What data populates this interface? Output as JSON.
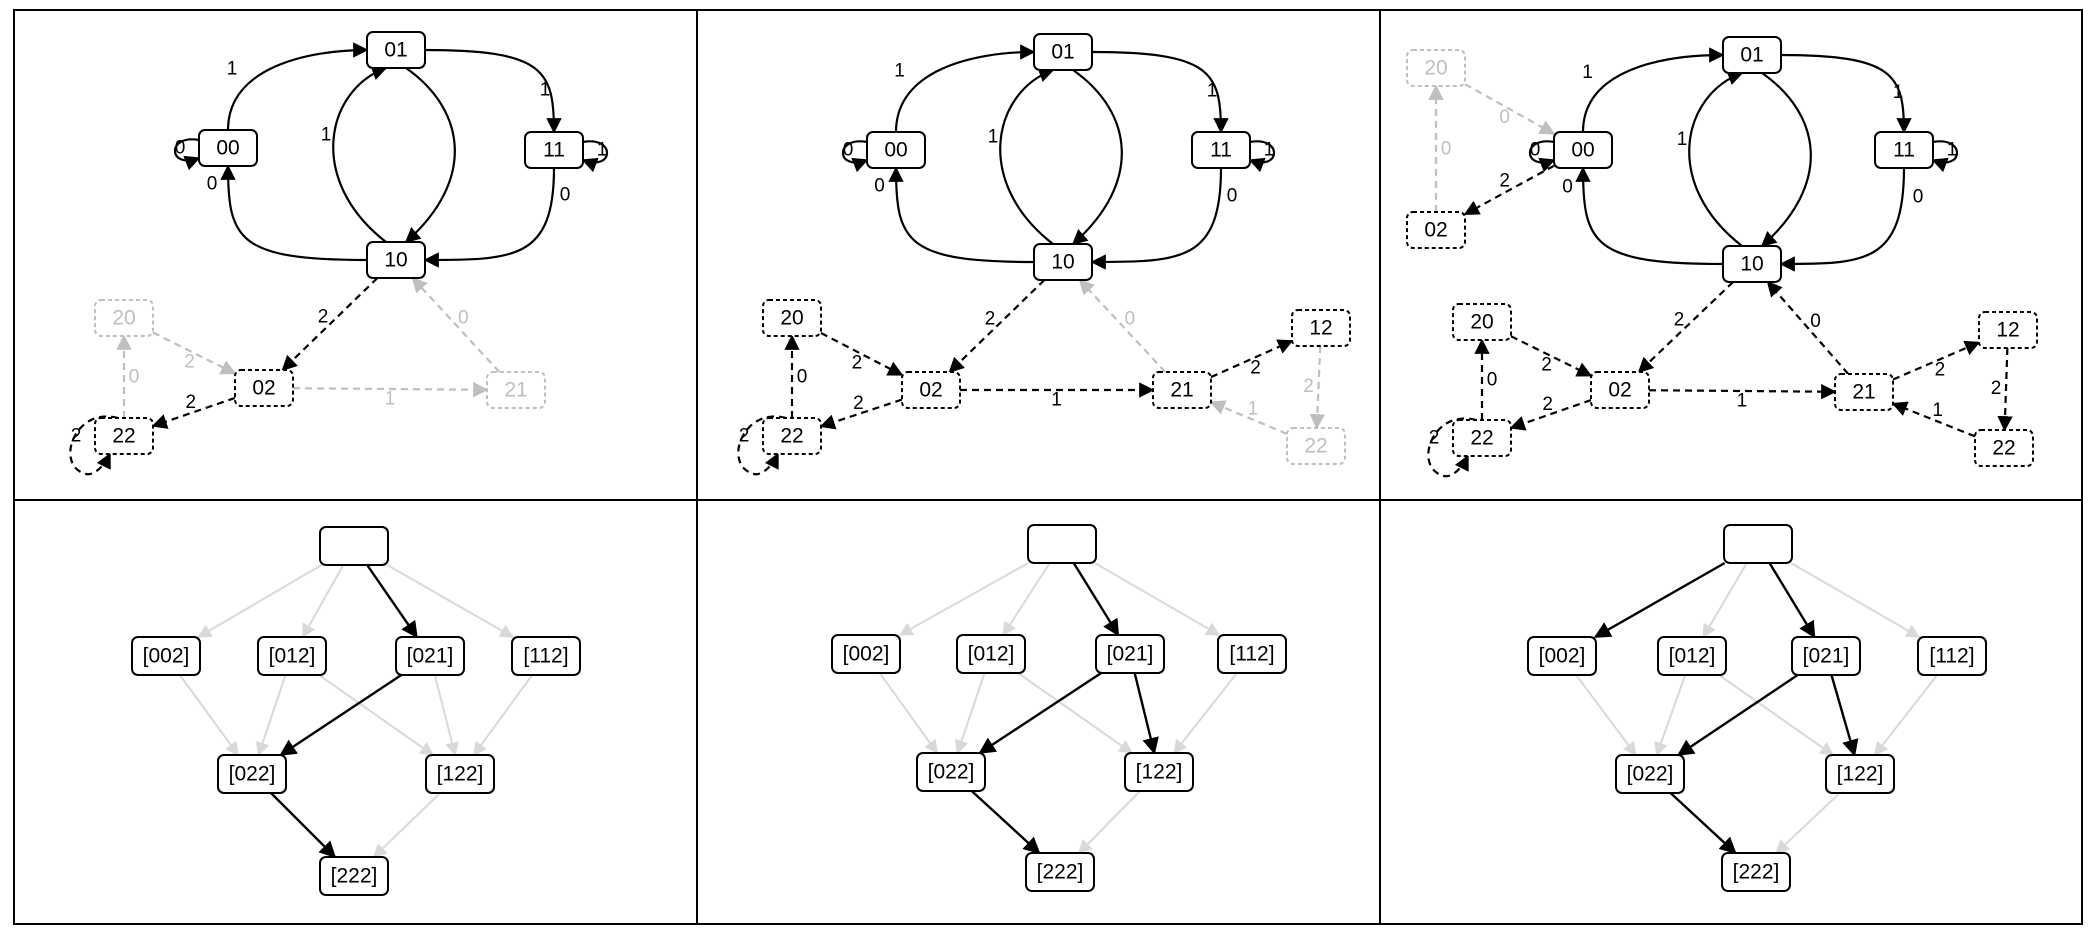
{
  "colors": {
    "active": "#000000",
    "faded": "#bfbfbf",
    "lattice_faded": "#d9d9d9",
    "border": "#000000"
  },
  "automata": [
    {
      "nodes": [
        {
          "id": "01",
          "label": "01",
          "style": "solid",
          "faded": false
        },
        {
          "id": "00",
          "label": "00",
          "style": "solid",
          "faded": false
        },
        {
          "id": "11",
          "label": "11",
          "style": "solid",
          "faded": false
        },
        {
          "id": "10",
          "label": "10",
          "style": "solid",
          "faded": false
        },
        {
          "id": "20",
          "label": "20",
          "style": "dashed",
          "faded": true
        },
        {
          "id": "02",
          "label": "02",
          "style": "dashed",
          "faded": false
        },
        {
          "id": "22",
          "label": "22",
          "style": "dashed",
          "faded": false
        },
        {
          "id": "21",
          "label": "21",
          "style": "dashed",
          "faded": true
        }
      ],
      "edges": [
        {
          "from": "00",
          "to": "01",
          "label": "1",
          "style": "solid",
          "faded": false
        },
        {
          "from": "01",
          "to": "11",
          "label": "1",
          "style": "solid",
          "faded": false
        },
        {
          "from": "00",
          "to": "00",
          "label": "0",
          "style": "solid",
          "faded": false
        },
        {
          "from": "11",
          "to": "11",
          "label": "1",
          "style": "solid",
          "faded": false
        },
        {
          "from": "10",
          "to": "01",
          "label": "1",
          "style": "solid",
          "faded": false
        },
        {
          "from": "01",
          "to": "10",
          "label": "",
          "style": "solid",
          "faded": false
        },
        {
          "from": "10",
          "to": "00",
          "label": "0",
          "style": "solid",
          "faded": false
        },
        {
          "from": "11",
          "to": "10",
          "label": "0",
          "style": "solid",
          "faded": false
        },
        {
          "from": "10",
          "to": "02",
          "label": "2",
          "style": "dashed",
          "faded": false
        },
        {
          "from": "02",
          "to": "22",
          "label": "2",
          "style": "dashed",
          "faded": false
        },
        {
          "from": "22",
          "to": "22",
          "label": "2",
          "style": "dashed",
          "faded": false
        },
        {
          "from": "22",
          "to": "20",
          "label": "0",
          "style": "dashed",
          "faded": true
        },
        {
          "from": "20",
          "to": "02",
          "label": "2",
          "style": "dashed",
          "faded": true
        },
        {
          "from": "02",
          "to": "21",
          "label": "1",
          "style": "dashed",
          "faded": true
        },
        {
          "from": "21",
          "to": "10",
          "label": "0",
          "style": "dashed",
          "faded": true
        }
      ]
    },
    {
      "nodes": [
        {
          "id": "01",
          "label": "01",
          "style": "solid",
          "faded": false
        },
        {
          "id": "00",
          "label": "00",
          "style": "solid",
          "faded": false
        },
        {
          "id": "11",
          "label": "11",
          "style": "solid",
          "faded": false
        },
        {
          "id": "10",
          "label": "10",
          "style": "solid",
          "faded": false
        },
        {
          "id": "20",
          "label": "20",
          "style": "dashed",
          "faded": false
        },
        {
          "id": "02",
          "label": "02",
          "style": "dashed",
          "faded": false
        },
        {
          "id": "22",
          "label": "22",
          "style": "dashed",
          "faded": false
        },
        {
          "id": "21",
          "label": "21",
          "style": "dashed",
          "faded": false
        },
        {
          "id": "12",
          "label": "12",
          "style": "dashed",
          "faded": false
        },
        {
          "id": "22b",
          "label": "22",
          "style": "dashed",
          "faded": true
        }
      ],
      "edges": [
        {
          "from": "00",
          "to": "01",
          "label": "1",
          "style": "solid",
          "faded": false
        },
        {
          "from": "01",
          "to": "11",
          "label": "1",
          "style": "solid",
          "faded": false
        },
        {
          "from": "00",
          "to": "00",
          "label": "0",
          "style": "solid",
          "faded": false
        },
        {
          "from": "11",
          "to": "11",
          "label": "1",
          "style": "solid",
          "faded": false
        },
        {
          "from": "10",
          "to": "01",
          "label": "1",
          "style": "solid",
          "faded": false
        },
        {
          "from": "01",
          "to": "10",
          "label": "",
          "style": "solid",
          "faded": false
        },
        {
          "from": "10",
          "to": "00",
          "label": "0",
          "style": "solid",
          "faded": false
        },
        {
          "from": "11",
          "to": "10",
          "label": "0",
          "style": "solid",
          "faded": false
        },
        {
          "from": "10",
          "to": "02",
          "label": "2",
          "style": "dashed",
          "faded": false
        },
        {
          "from": "02",
          "to": "22",
          "label": "2",
          "style": "dashed",
          "faded": false
        },
        {
          "from": "22",
          "to": "22",
          "label": "2",
          "style": "dashed",
          "faded": false
        },
        {
          "from": "22",
          "to": "20",
          "label": "0",
          "style": "dashed",
          "faded": false
        },
        {
          "from": "20",
          "to": "02",
          "label": "2",
          "style": "dashed",
          "faded": false
        },
        {
          "from": "02",
          "to": "21",
          "label": "1",
          "style": "dashed",
          "faded": false
        },
        {
          "from": "21",
          "to": "10",
          "label": "0",
          "style": "dashed",
          "faded": true
        },
        {
          "from": "21",
          "to": "12",
          "label": "2",
          "style": "dashed",
          "faded": false
        },
        {
          "from": "12",
          "to": "22b",
          "label": "2",
          "style": "dashed",
          "faded": true
        },
        {
          "from": "22b",
          "to": "21",
          "label": "1",
          "style": "dashed",
          "faded": true
        }
      ]
    },
    {
      "nodes": [
        {
          "id": "01",
          "label": "01",
          "style": "solid",
          "faded": false
        },
        {
          "id": "00",
          "label": "00",
          "style": "solid",
          "faded": false
        },
        {
          "id": "11",
          "label": "11",
          "style": "solid",
          "faded": false
        },
        {
          "id": "10",
          "label": "10",
          "style": "solid",
          "faded": false
        },
        {
          "id": "20t",
          "label": "20",
          "style": "dashed",
          "faded": true
        },
        {
          "id": "02t",
          "label": "02",
          "style": "dashed",
          "faded": false
        },
        {
          "id": "20",
          "label": "20",
          "style": "dashed",
          "faded": false
        },
        {
          "id": "02",
          "label": "02",
          "style": "dashed",
          "faded": false
        },
        {
          "id": "22",
          "label": "22",
          "style": "dashed",
          "faded": false
        },
        {
          "id": "21",
          "label": "21",
          "style": "dashed",
          "faded": false
        },
        {
          "id": "12",
          "label": "12",
          "style": "dashed",
          "faded": false
        },
        {
          "id": "22b",
          "label": "22",
          "style": "dashed",
          "faded": false
        }
      ],
      "edges": [
        {
          "from": "00",
          "to": "01",
          "label": "1",
          "style": "solid",
          "faded": false
        },
        {
          "from": "01",
          "to": "11",
          "label": "1",
          "style": "solid",
          "faded": false
        },
        {
          "from": "00",
          "to": "00",
          "label": "0",
          "style": "solid",
          "faded": false
        },
        {
          "from": "11",
          "to": "11",
          "label": "1",
          "style": "solid",
          "faded": false
        },
        {
          "from": "10",
          "to": "01",
          "label": "1",
          "style": "solid",
          "faded": false
        },
        {
          "from": "01",
          "to": "10",
          "label": "",
          "style": "solid",
          "faded": false
        },
        {
          "from": "10",
          "to": "00",
          "label": "0",
          "style": "solid",
          "faded": false
        },
        {
          "from": "11",
          "to": "10",
          "label": "0",
          "style": "solid",
          "faded": false
        },
        {
          "from": "02t",
          "to": "20t",
          "label": "0",
          "style": "dashed",
          "faded": true
        },
        {
          "from": "20t",
          "to": "00",
          "label": "0",
          "style": "dashed",
          "faded": true
        },
        {
          "from": "00",
          "to": "02t",
          "label": "2",
          "style": "dashed",
          "faded": false
        },
        {
          "from": "10",
          "to": "02",
          "label": "2",
          "style": "dashed",
          "faded": false
        },
        {
          "from": "02",
          "to": "22",
          "label": "2",
          "style": "dashed",
          "faded": false
        },
        {
          "from": "22",
          "to": "22",
          "label": "2",
          "style": "dashed",
          "faded": false
        },
        {
          "from": "22",
          "to": "20",
          "label": "0",
          "style": "dashed",
          "faded": false
        },
        {
          "from": "20",
          "to": "02",
          "label": "2",
          "style": "dashed",
          "faded": false
        },
        {
          "from": "02",
          "to": "21",
          "label": "1",
          "style": "dashed",
          "faded": false
        },
        {
          "from": "21",
          "to": "10",
          "label": "0",
          "style": "dashed",
          "faded": false
        },
        {
          "from": "21",
          "to": "12",
          "label": "2",
          "style": "dashed",
          "faded": false
        },
        {
          "from": "12",
          "to": "22b",
          "label": "2",
          "style": "dashed",
          "faded": false
        },
        {
          "from": "22b",
          "to": "21",
          "label": "1",
          "style": "dashed",
          "faded": false
        }
      ]
    }
  ],
  "lattices": [
    {
      "nodes": [
        {
          "id": "root",
          "label": ""
        },
        {
          "id": "002",
          "label": "[002]"
        },
        {
          "id": "012",
          "label": "[012]"
        },
        {
          "id": "021",
          "label": "[021]"
        },
        {
          "id": "112",
          "label": "[112]"
        },
        {
          "id": "022",
          "label": "[022]"
        },
        {
          "id": "122",
          "label": "[122]"
        },
        {
          "id": "222",
          "label": "[222]"
        }
      ],
      "edges": [
        {
          "from": "root",
          "to": "002",
          "active": false
        },
        {
          "from": "root",
          "to": "012",
          "active": false
        },
        {
          "from": "root",
          "to": "021",
          "active": true
        },
        {
          "from": "root",
          "to": "112",
          "active": false
        },
        {
          "from": "002",
          "to": "022",
          "active": false
        },
        {
          "from": "012",
          "to": "022",
          "active": false
        },
        {
          "from": "012",
          "to": "122",
          "active": false
        },
        {
          "from": "021",
          "to": "022",
          "active": true
        },
        {
          "from": "021",
          "to": "122",
          "active": false
        },
        {
          "from": "112",
          "to": "122",
          "active": false
        },
        {
          "from": "022",
          "to": "222",
          "active": true
        },
        {
          "from": "122",
          "to": "222",
          "active": false
        }
      ]
    },
    {
      "nodes": [
        {
          "id": "root",
          "label": ""
        },
        {
          "id": "002",
          "label": "[002]"
        },
        {
          "id": "012",
          "label": "[012]"
        },
        {
          "id": "021",
          "label": "[021]"
        },
        {
          "id": "112",
          "label": "[112]"
        },
        {
          "id": "022",
          "label": "[022]"
        },
        {
          "id": "122",
          "label": "[122]"
        },
        {
          "id": "222",
          "label": "[222]"
        }
      ],
      "edges": [
        {
          "from": "root",
          "to": "002",
          "active": false
        },
        {
          "from": "root",
          "to": "012",
          "active": false
        },
        {
          "from": "root",
          "to": "021",
          "active": true
        },
        {
          "from": "root",
          "to": "112",
          "active": false
        },
        {
          "from": "002",
          "to": "022",
          "active": false
        },
        {
          "from": "012",
          "to": "022",
          "active": false
        },
        {
          "from": "012",
          "to": "122",
          "active": false
        },
        {
          "from": "021",
          "to": "022",
          "active": true
        },
        {
          "from": "021",
          "to": "122",
          "active": true
        },
        {
          "from": "112",
          "to": "122",
          "active": false
        },
        {
          "from": "022",
          "to": "222",
          "active": true
        },
        {
          "from": "122",
          "to": "222",
          "active": false
        }
      ]
    },
    {
      "nodes": [
        {
          "id": "root",
          "label": ""
        },
        {
          "id": "002",
          "label": "[002]"
        },
        {
          "id": "012",
          "label": "[012]"
        },
        {
          "id": "021",
          "label": "[021]"
        },
        {
          "id": "112",
          "label": "[112]"
        },
        {
          "id": "022",
          "label": "[022]"
        },
        {
          "id": "122",
          "label": "[122]"
        },
        {
          "id": "222",
          "label": "[222]"
        }
      ],
      "edges": [
        {
          "from": "root",
          "to": "002",
          "active": true
        },
        {
          "from": "root",
          "to": "012",
          "active": false
        },
        {
          "from": "root",
          "to": "021",
          "active": true
        },
        {
          "from": "root",
          "to": "112",
          "active": false
        },
        {
          "from": "002",
          "to": "022",
          "active": false
        },
        {
          "from": "012",
          "to": "022",
          "active": false
        },
        {
          "from": "012",
          "to": "122",
          "active": false
        },
        {
          "from": "021",
          "to": "022",
          "active": true
        },
        {
          "from": "021",
          "to": "122",
          "active": true
        },
        {
          "from": "112",
          "to": "122",
          "active": false
        },
        {
          "from": "022",
          "to": "222",
          "active": true
        },
        {
          "from": "122",
          "to": "222",
          "active": false
        }
      ]
    }
  ]
}
